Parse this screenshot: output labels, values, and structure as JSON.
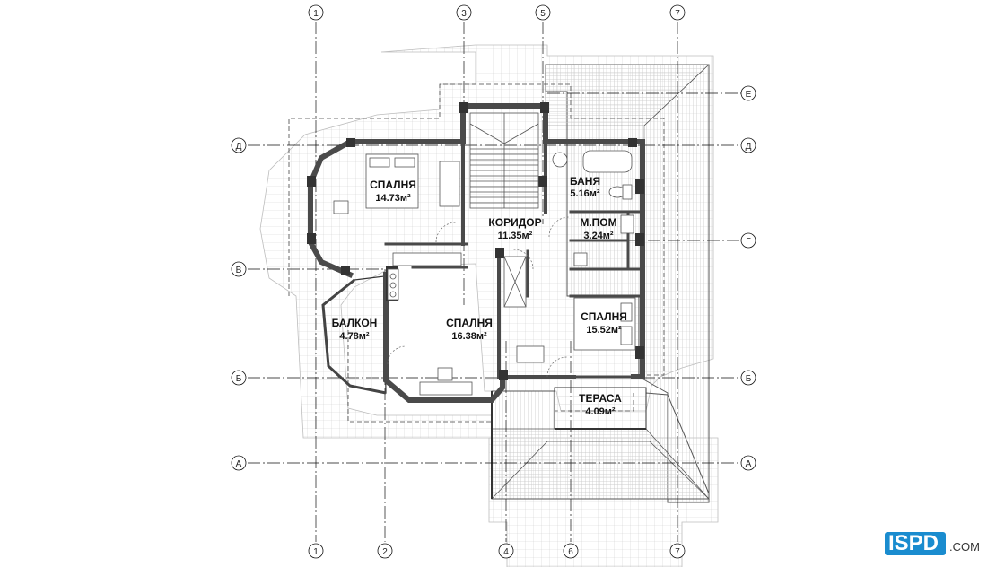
{
  "axes": {
    "top": [
      "1",
      "3",
      "5",
      "7"
    ],
    "bottom": [
      "1",
      "2",
      "4",
      "6",
      "7"
    ],
    "left": [
      "Д",
      "В",
      "Б",
      "А"
    ],
    "right": [
      "Е",
      "Д",
      "Г",
      "Б",
      "А"
    ]
  },
  "rooms": [
    {
      "name": "СПАЛНЯ",
      "area": "14.73м²"
    },
    {
      "name": "БАНЯ",
      "area": "5.16м²"
    },
    {
      "name": "КОРИДОР",
      "area": "11.35м²"
    },
    {
      "name": "М.ПОМ",
      "area": "3.24м²"
    },
    {
      "name": "БАЛКОН",
      "area": "4.78м²"
    },
    {
      "name": "СПАЛНЯ",
      "area": "16.38м²"
    },
    {
      "name": "СПАЛНЯ",
      "area": "15.52м²"
    },
    {
      "name": "ТЕРАСА",
      "area": "4.09м²"
    }
  ],
  "logo": {
    "main": "ISPD",
    "suffix": ".COM"
  },
  "colors": {
    "wall": "#555555",
    "wall_dark": "#333333",
    "grid_line": "#000000",
    "hatch": "#bdbdbd",
    "brand": "#1a8ccf"
  }
}
